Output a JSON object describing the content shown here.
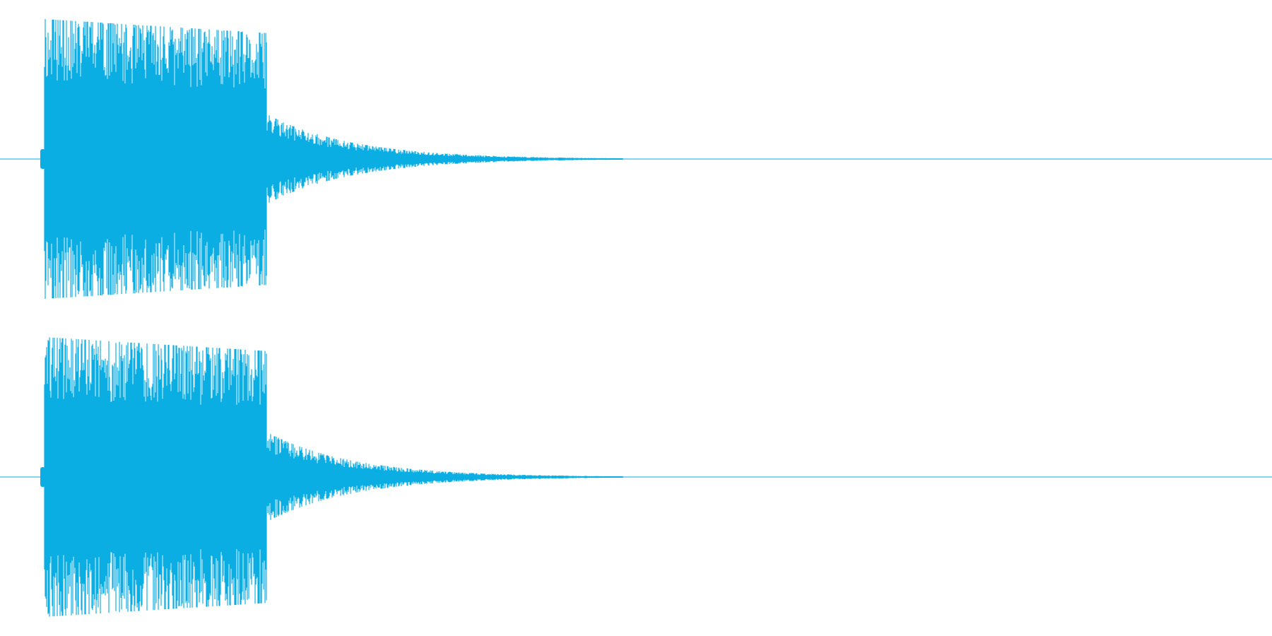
{
  "waveform": {
    "channels": [
      {
        "name": "",
        "seed": 11
      },
      {
        "name": "",
        "seed": 29
      }
    ],
    "color": "#0aaee2",
    "background": "#ffffff",
    "envelope": {
      "onset_fraction": 0.035,
      "sustain_end_fraction": 0.21,
      "tail_end_fraction": 0.49,
      "peak_level": 1.0,
      "mid_level": 0.9,
      "tail_level": 0.32
    }
  }
}
